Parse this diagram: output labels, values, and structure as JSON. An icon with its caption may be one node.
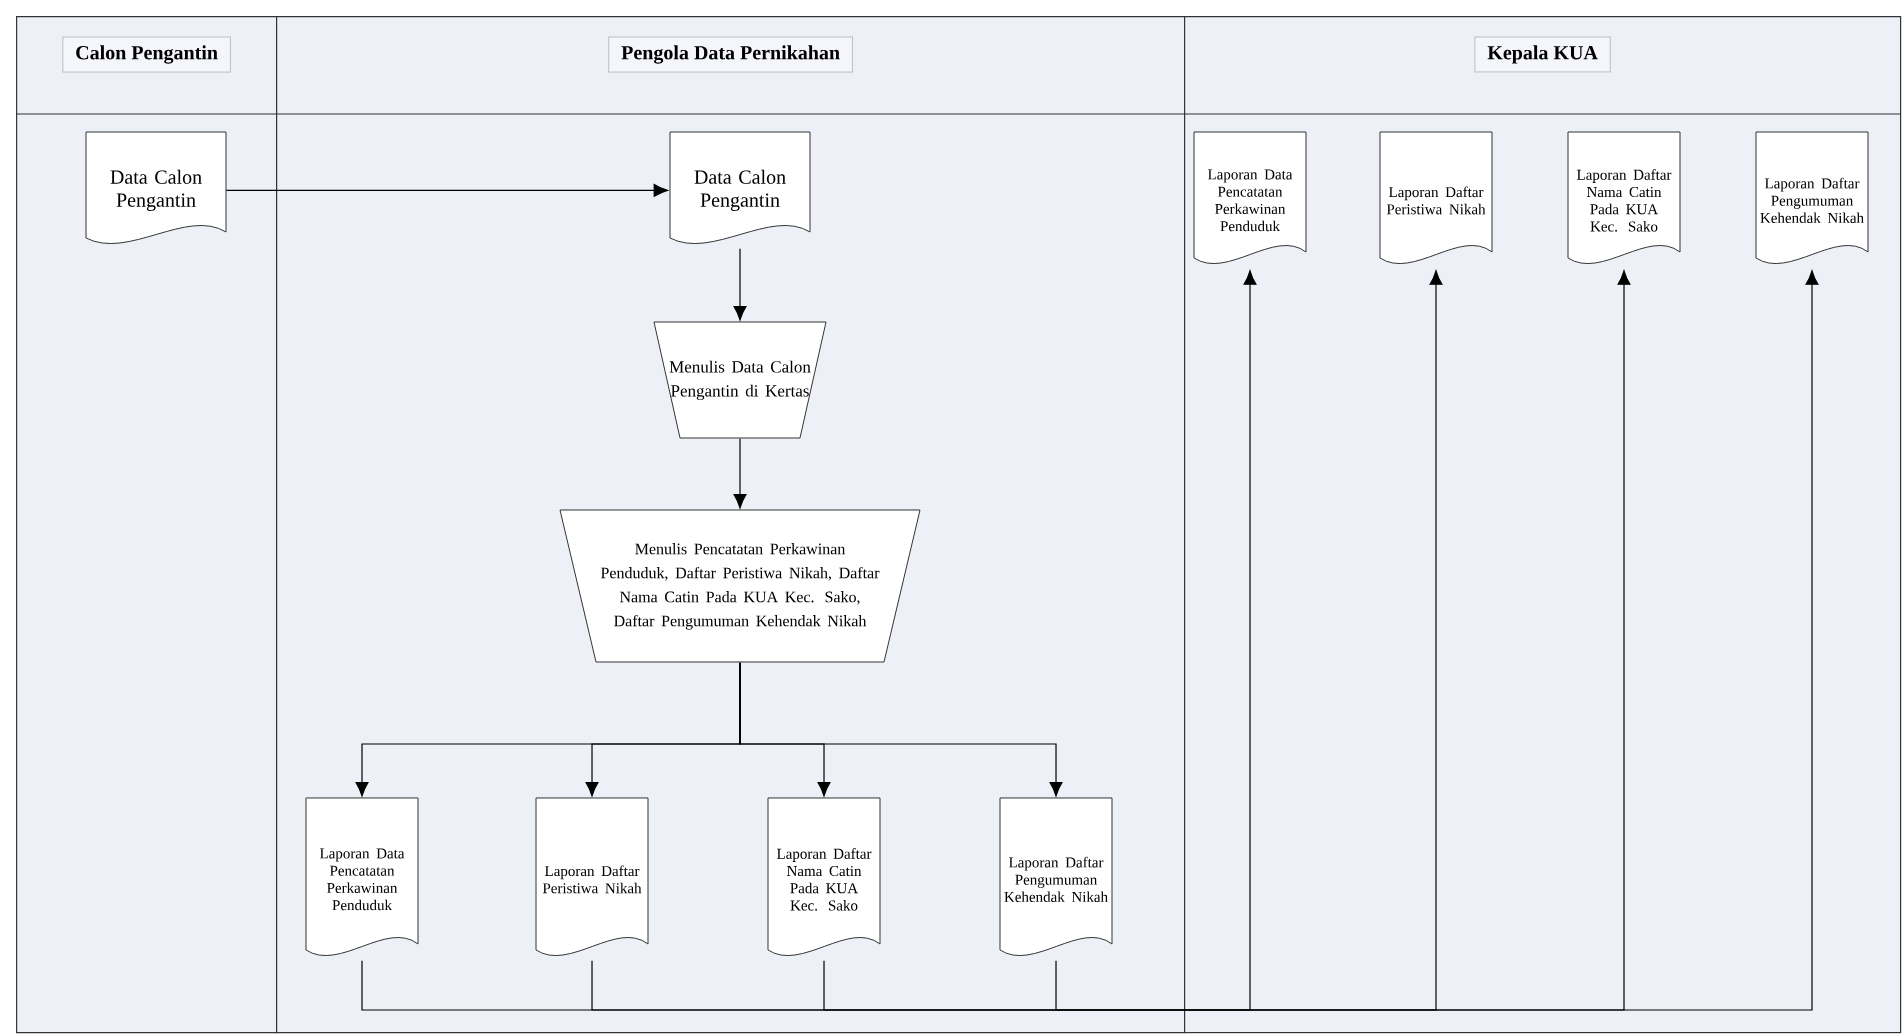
{
  "diagram": {
    "nodes": [
      {
        "text": [
          "Calon Pengantin"
        ]
      },
      {
        "text": [
          "Pengola Data Pernikahan"
        ]
      },
      {
        "text": [
          "Kepala KUA"
        ]
      },
      {
        "text": [
          "Data Calon Pengantin"
        ],
        "in": 0
      },
      {
        "text": [
          "Data Calon Pengantin"
        ],
        "in": 1
      },
      {
        "text": [
          "Menulis Data Calon Pengantin di Kertas"
        ],
        "in": 1
      },
      {
        "text": [
          "Menulis Pencatatan Perkawinan Penduduk, Daftar Peristiwa Nikah, Daftar Nama Catin Pada KUA Kec. Sako, Daftar Pengumuman Kehendak Nikah"
        ],
        "in": 1
      },
      {
        "text": [
          "Laporan Data Pencatatan Perkawinan Penduduk"
        ],
        "in": 1
      },
      {
        "text": [
          "Laporan Daftar Peristiwa Nikah"
        ],
        "in": 1
      },
      {
        "text": [
          "Laporan Daftar Nama Catin Pada KUA Kec. Sako"
        ],
        "in": 1
      },
      {
        "text": [
          "Laporan Daftar Pengumuman Kehendak Nikah"
        ],
        "in": 1
      },
      {
        "text": [
          "Laporan Data Pencatatan Perkawinan Penduduk"
        ],
        "in": 2
      },
      {
        "text": [
          "Laporan Daftar Peristiwa Nikah"
        ],
        "in": 2
      },
      {
        "text": [
          "Laporan Daftar Nama Catin Pada KUA Kec. Sako"
        ],
        "in": 2
      },
      {
        "text": [
          "Laporan Daftar Pengumuman Kehendak Nikah"
        ],
        "in": 2
      }
    ],
    "edges": [
      {
        "from": 3,
        "to": 4,
        "arrow": "to"
      },
      {
        "from": 4,
        "to": 5,
        "arrow": "to"
      },
      {
        "from": 5,
        "to": 6,
        "arrow": "to"
      },
      {
        "from": 6,
        "to": 7,
        "arrow": "to"
      },
      {
        "from": 6,
        "to": 8,
        "arrow": "to"
      },
      {
        "from": 6,
        "to": 9,
        "arrow": "to"
      },
      {
        "from": 6,
        "to": 10,
        "arrow": "to"
      },
      {
        "from": 7,
        "to": 11,
        "arrow": "to"
      },
      {
        "from": 8,
        "to": 12,
        "arrow": "to"
      },
      {
        "from": 9,
        "to": 13,
        "arrow": "to"
      },
      {
        "from": 10,
        "to": 14,
        "arrow": "to"
      }
    ]
  }
}
